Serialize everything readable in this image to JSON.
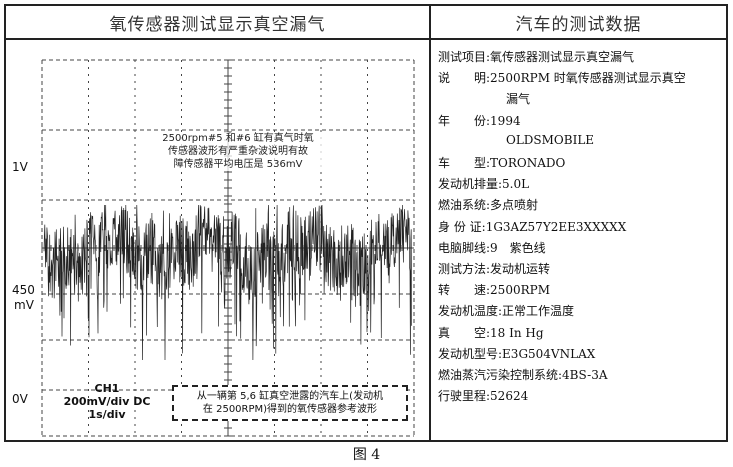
{
  "header": {
    "left_title": "氧传感器测试显示真空漏气",
    "right_title": "汽车的测试数据"
  },
  "scope": {
    "y_labels": {
      "top": "1V",
      "mid_1": "450",
      "mid_2": "mV",
      "bottom": "0V"
    },
    "note_top": [
      "2500rpm#5 和#6 缸有真气时氧",
      "传感器波形有严重杂波说明有故",
      "障传感器平均电压是 536mV"
    ],
    "channel": [
      "CH1",
      "200mV/div DC",
      "1s/div"
    ],
    "caption": [
      "从一辆第 5,6 缸真空泄露的汽车上(发动机",
      "在 2500RPM)得到的氧传感器参考波形"
    ]
  },
  "info": {
    "rows": [
      {
        "label": "测试项目:",
        "value": "氧传感器测试显示真空漏气"
      },
      {
        "label": "说　　明:",
        "value": "2500RPM 时氧传感器测试显示真空"
      },
      {
        "label": "",
        "value": "漏气"
      },
      {
        "label": "年　　份:",
        "value": "1994"
      },
      {
        "label": "",
        "value": "OLDSMOBILE"
      },
      {
        "label": "车　　型:",
        "value": "TORONADO"
      },
      {
        "label": "发动机排量:",
        "value": "5.0L"
      },
      {
        "label": "燃油系统:",
        "value": "多点喷射"
      },
      {
        "label": "身 份 证:",
        "value": "1G3AZ57Y2EE3XXXXX"
      },
      {
        "label": "电脑脚线:",
        "value": "9　紫色线"
      },
      {
        "label": "测试方法:",
        "value": "发动机运转"
      },
      {
        "label": "转　　速:",
        "value": "2500RPM"
      },
      {
        "label": "发动机温度:",
        "value": "正常工作温度"
      },
      {
        "label": "真　　空:",
        "value": "18 In Hg"
      },
      {
        "label": "发动机型号:",
        "value": "E3G504VNLAX"
      },
      {
        "label": "燃油蒸汽污染控制系统:",
        "value": "4BS-3A"
      },
      {
        "label": "行驶里程:",
        "value": "52624"
      }
    ]
  },
  "figure_label": "图 4"
}
